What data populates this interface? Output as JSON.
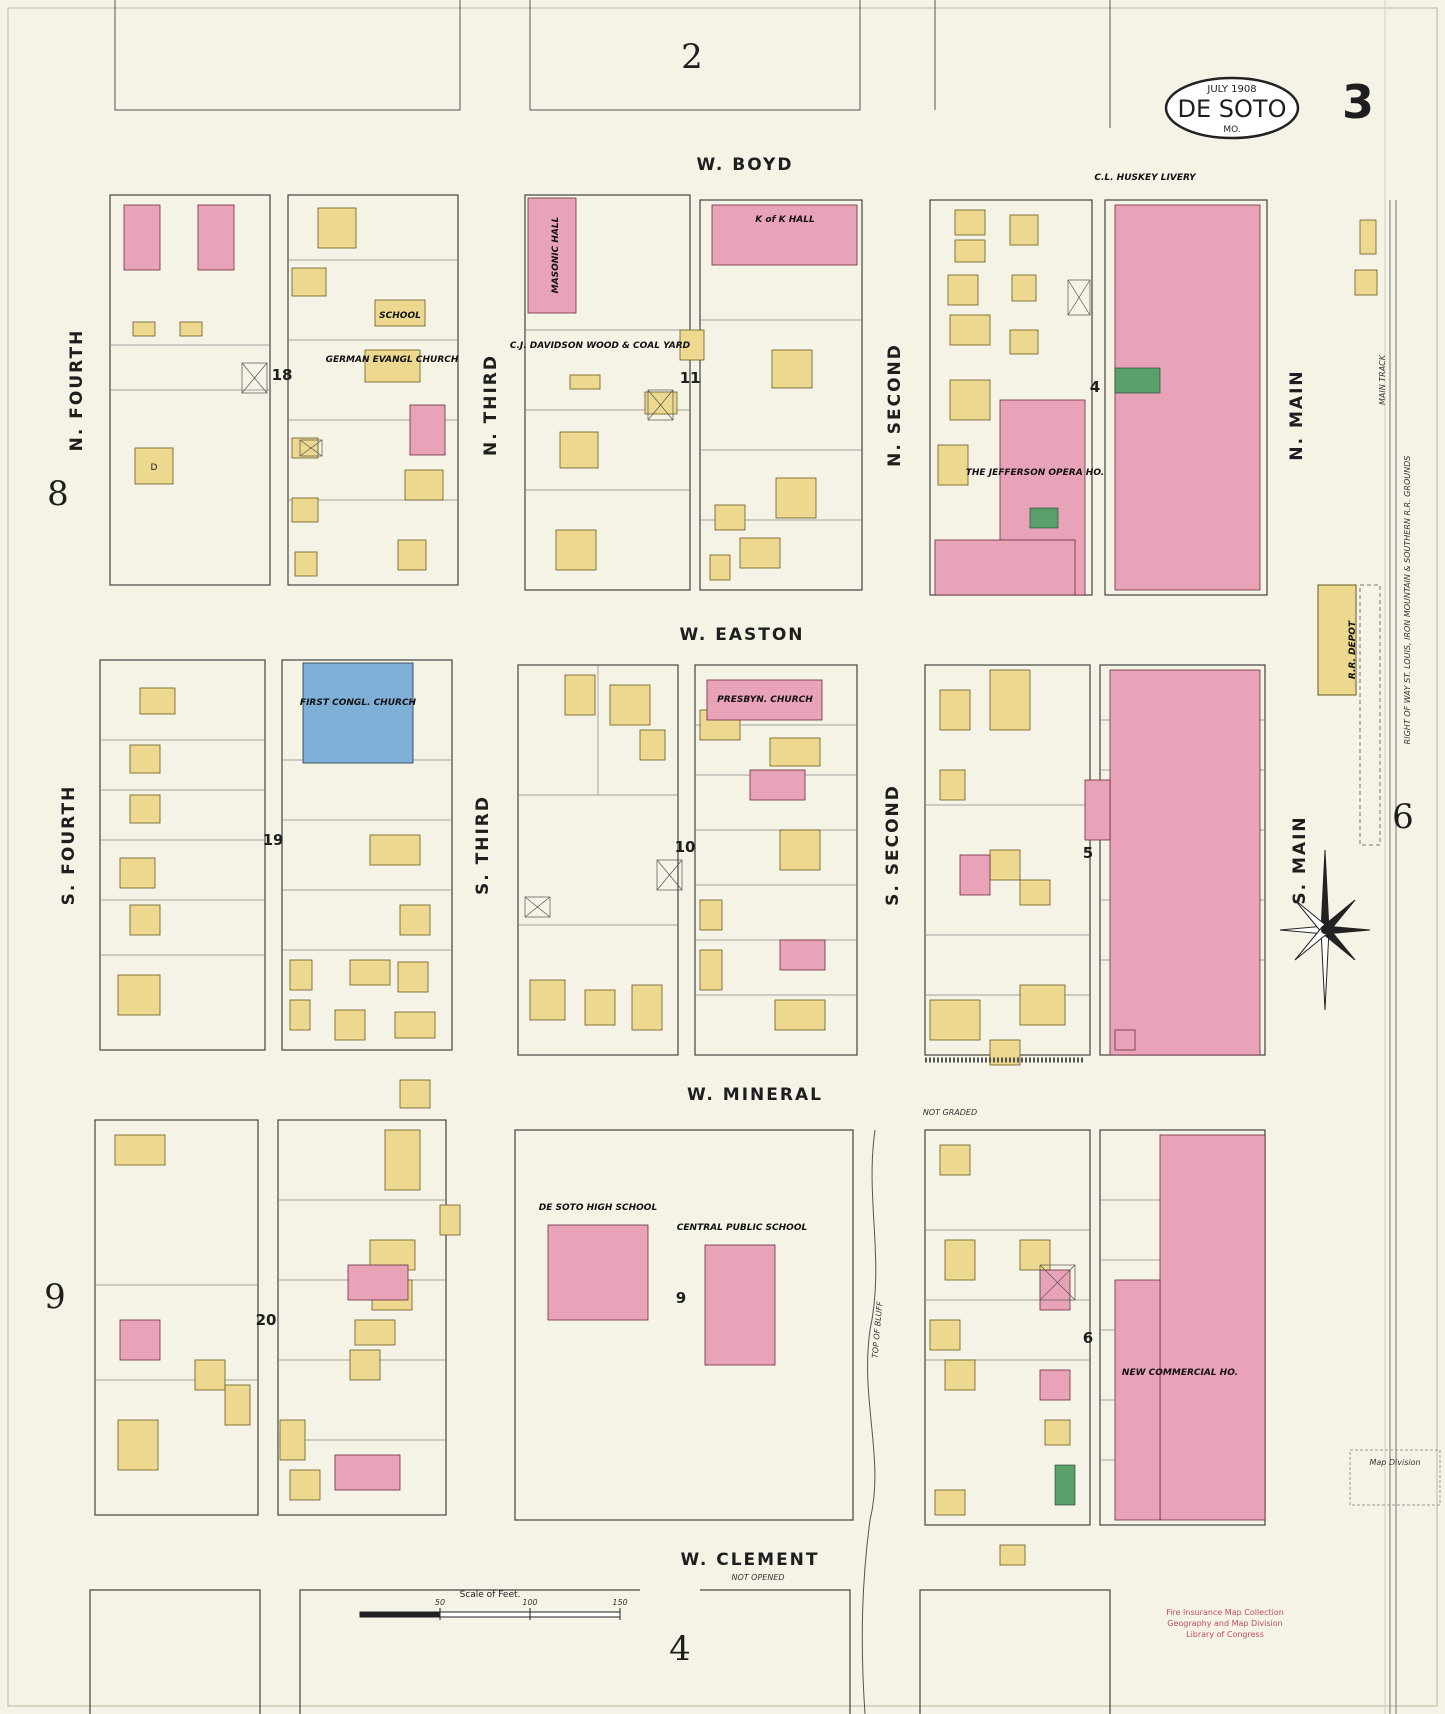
{
  "title": {
    "month_year": "JULY 1908",
    "town": "DE SOTO",
    "state": "MO.",
    "sheet": "3"
  },
  "adjacent_sheets": {
    "top": "2",
    "bottom": "4",
    "left_upper": "8",
    "left_lower": "9",
    "right": "6"
  },
  "streets": {
    "w_boyd": "W. BOYD",
    "w_easton": "W. EASTON",
    "w_mineral": "W. MINERAL",
    "w_clement": "W. CLEMENT",
    "w_clement_note": "NOT OPENED",
    "n_fourth": "N. FOURTH",
    "s_fourth": "S. FOURTH",
    "n_third": "N. THIRD",
    "s_third": "S. THIRD",
    "n_second": "N. SECOND",
    "s_second": "S. SECOND",
    "n_main": "N. MAIN",
    "s_main": "S. MAIN",
    "main_track": "MAIN TRACK",
    "not_graded": "NOT GRADED"
  },
  "blocks": [
    "18",
    "11",
    "4",
    "19",
    "10",
    "5",
    "20",
    "9",
    "6"
  ],
  "buildings": {
    "school": "SCHOOL",
    "german_church": "GERMAN EVANGL CHURCH",
    "masonic_hall": "MASONIC HALL",
    "kofk_hall": "K of K HALL",
    "davidson": "C.J. DAVIDSON WOOD & COAL YARD",
    "livery": "C.L. HUSKEY LIVERY",
    "opera": "THE JEFFERSON OPERA HO.",
    "first_church": "FIRST CONGL. CHURCH",
    "presbyn": "PRESBYN. CHURCH",
    "rr_depot": "R.R. DEPOT",
    "high_school": "DE SOTO HIGH SCHOOL",
    "central_school": "CENTRAL PUBLIC SCHOOL",
    "commercial": "NEW COMMERCIAL HO.",
    "dwelling": "D"
  },
  "notes": {
    "scale": "Scale of Feet.",
    "scale_ticks": [
      "50",
      "100",
      "150"
    ],
    "stamp": [
      "Fire Insurance Map Collection",
      "Geography and Map Division",
      "Library of Congress"
    ],
    "railroad": "RIGHT OF WAY ST. LOUIS, IRON MOUNTAIN & SOUTHERN R.R. GROUNDS",
    "bluff": "TOP OF BLUFF",
    "map_division": "Map Division"
  },
  "colors": {
    "paper": "#f5f2e6",
    "frame": "#cfc9b0",
    "brick": "#e9a3b8",
    "frame_bldg": "#ecd98f",
    "stone": "#7fb0d8",
    "green": "#5aa06b"
  }
}
